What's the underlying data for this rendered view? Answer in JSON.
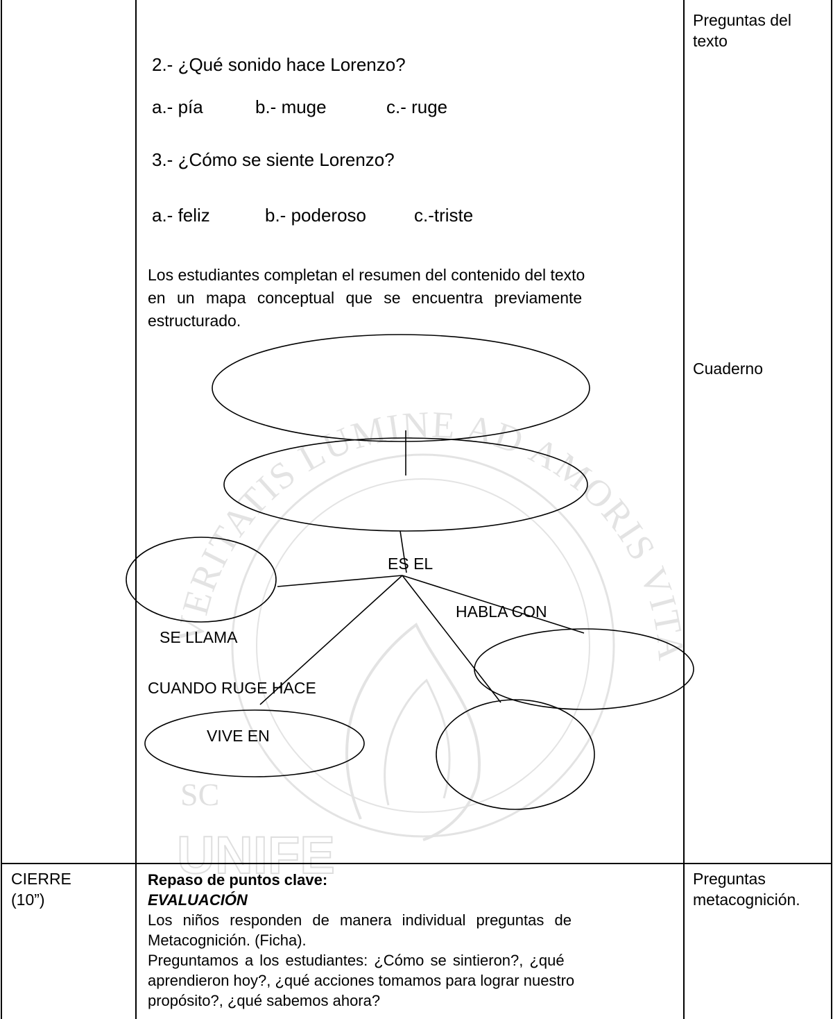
{
  "watermark": {
    "motto": "IN VERITATIS LUMINE AD AMORIS VITAM",
    "mark": "SC",
    "brand": "UNIFE"
  },
  "row1": {
    "question2": "2.- ¿Qué sonido hace Lorenzo?",
    "q2_options": [
      "a.- pía",
      "b.- muge",
      "c.- ruge"
    ],
    "question3": "3.- ¿Cómo se siente Lorenzo?",
    "q3_options": [
      "a.- feliz",
      "b.- poderoso",
      "c.-triste"
    ],
    "summary_line1": "Los estudiantes completan el resumen del contenido del texto",
    "summary_line2": "en un mapa conceptual que se encuentra previamente",
    "summary_line3": "estructurado.",
    "map_labels": {
      "es_el": "ES EL",
      "habla_con": "HABLA CON",
      "se_llama": "SE LLAMA",
      "cuando_ruge": "CUANDO RUGE HACE",
      "vive_en": "VIVE EN"
    },
    "resource1": "Preguntas del",
    "resource1b": "texto",
    "resource2": "Cuaderno"
  },
  "row2": {
    "phase_line1": "CIERRE",
    "phase_line2": "(10”)",
    "heading": "Repaso de puntos clave:",
    "subheading": "EVALUACIÓN",
    "para1_line1": "Los niños responden de manera individual preguntas de",
    "para1_line2": "Metacognición. (Ficha).",
    "para2_line1": "Preguntamos a los estudiantes: ¿Cómo se sintieron?, ¿qué",
    "para2_line2": "aprendieron hoy?, ¿qué acciones tomamos para lograr nuestro",
    "para2_line3": "propósito?, ¿qué sabemos ahora?",
    "resource_line1": "Preguntas",
    "resource_line2": "metacognición."
  }
}
